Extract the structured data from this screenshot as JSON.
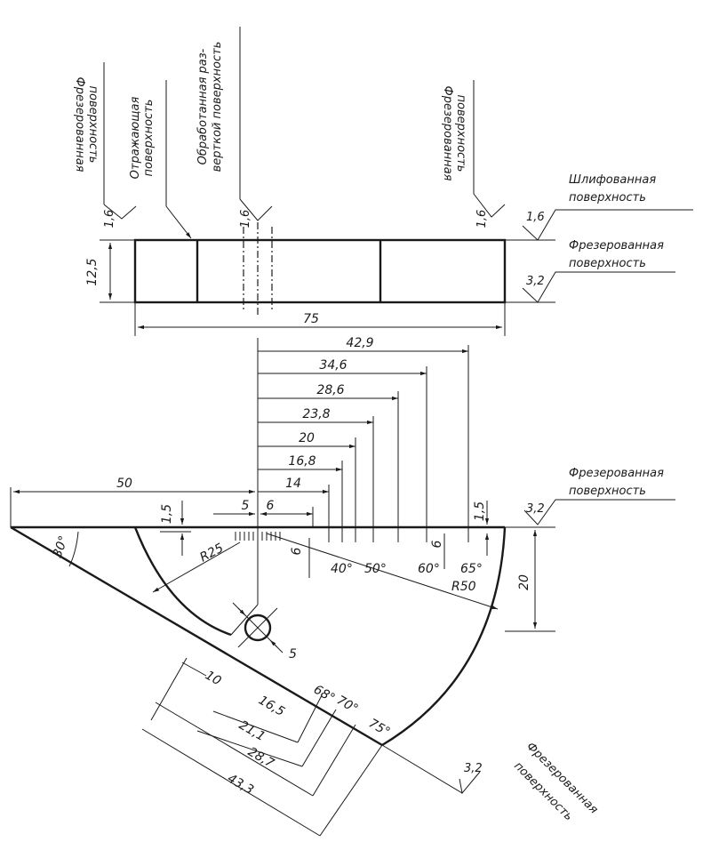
{
  "labels": {
    "milled_surface": "Фрезерованная поверхность",
    "milled_surface_line1": "Фрезерованная",
    "milled_surface_line2": "поверхность",
    "reflecting_surface_line1": "Отражающая",
    "reflecting_surface_line2": "поверхность",
    "reamed_surface_line1": "Обработанная раз-",
    "reamed_surface_line2": "верткой поверхность",
    "ground_surface_line1": "Шлифованная",
    "ground_surface_line2": "поверхность"
  },
  "roughness": {
    "r16": "1,6",
    "r32": "3,2"
  },
  "dimensions": {
    "thickness": "12,5",
    "length": "75",
    "d50": "50",
    "d429": "42,9",
    "d346": "34,6",
    "d286": "28,6",
    "d238": "23,8",
    "d20": "20",
    "d168": "16,8",
    "d14": "14",
    "d15": "1,5",
    "d5": "5",
    "d6": "6",
    "r25": "R25",
    "r50": "R50",
    "h20": "20",
    "hole": "5",
    "d10": "10",
    "d165": "16,5",
    "d211": "21,1",
    "d287": "28,7",
    "d433": "43,3"
  },
  "angles": {
    "a30": "30°",
    "a40": "40°",
    "a50": "50°",
    "a60": "60°",
    "a65": "65°",
    "a68": "68°",
    "a70": "70°",
    "a75": "75°"
  }
}
